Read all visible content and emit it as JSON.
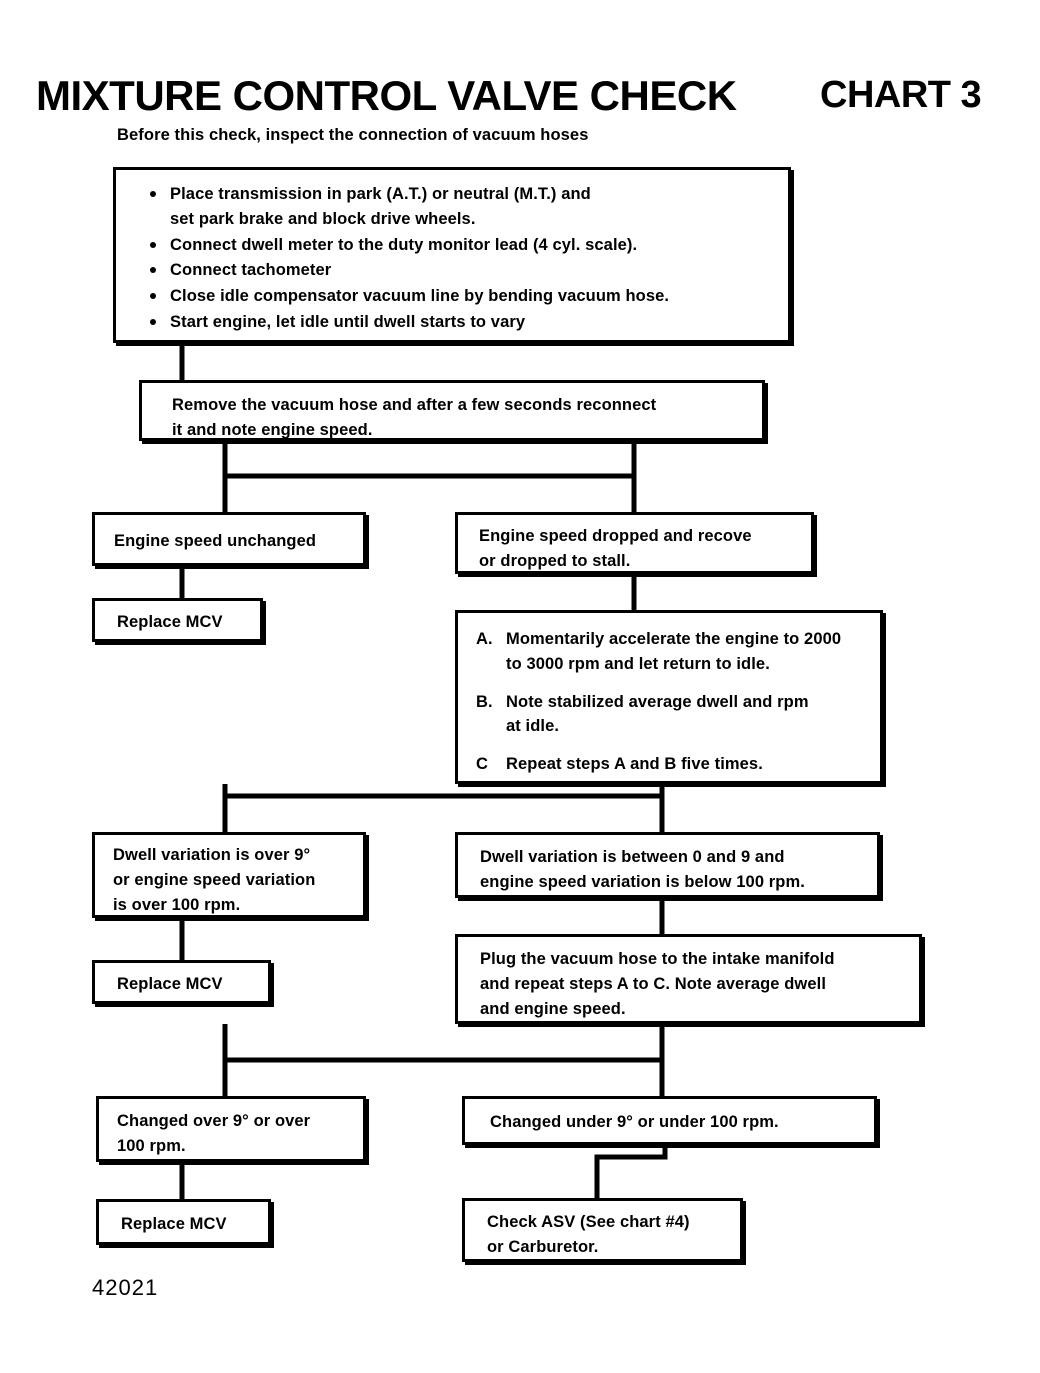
{
  "header": {
    "title": "MIXTURE CONTROL VALVE CHECK",
    "chart_label": "CHART 3",
    "subtitle": "Before this check, inspect the connection of vacuum hoses"
  },
  "footer": {
    "page_number": "42021"
  },
  "nodes": {
    "prep": {
      "bullets": [
        "Place transmission in park (A.T.) or neutral (M.T.) and\nset park brake and block drive wheels.",
        "Connect dwell meter to the duty monitor lead (4 cyl. scale).",
        "Connect tachometer",
        "Close idle compensator vacuum line by bending vacuum hose.",
        "Start engine, let idle until dwell starts to vary"
      ]
    },
    "remove_hose": "Remove the vacuum hose and after a few seconds reconnect\nit and note engine speed.",
    "speed_unchanged": "Engine speed unchanged",
    "replace_mcv_1": "Replace MCV",
    "speed_dropped": "Engine speed dropped and recove\nor dropped to stall.",
    "steps": [
      {
        "letter": "A.",
        "text": "Momentarily accelerate the engine to 2000\nto 3000 rpm and let return to idle."
      },
      {
        "letter": "B.",
        "text": "Note stabilized average dwell and rpm\nat idle."
      },
      {
        "letter": "C",
        "text": "Repeat steps A and B five times."
      }
    ],
    "dwell_over_9": "Dwell variation is over 9°\nor engine speed variation\nis over 100 rpm.",
    "replace_mcv_2": "Replace MCV",
    "dwell_between": "Dwell variation is between 0 and 9  and\nengine speed variation is below 100 rpm.",
    "plug_hose": "Plug the vacuum hose to the intake manifold\nand repeat steps A to C. Note average dwell\nand engine speed.",
    "changed_over": "Changed over 9° or over\n100 rpm.",
    "replace_mcv_3": "Replace MCV",
    "changed_under": "Changed under 9° or under 100 rpm.",
    "check_asv": "Check ASV (See chart #4)\nor Carburetor."
  },
  "chart_data": {
    "type": "flowchart",
    "title": "MIXTURE CONTROL VALVE CHECK",
    "subtitle": "Before this check, inspect the connection of vacuum hoses",
    "chart_number": "CHART 3",
    "page_number": "42021",
    "node_order": [
      "prep",
      "remove_hose",
      "speed_unchanged",
      "replace_mcv_1",
      "speed_dropped",
      "steps",
      "dwell_over_9",
      "replace_mcv_2",
      "dwell_between",
      "plug_hose",
      "changed_over",
      "replace_mcv_3",
      "changed_under",
      "check_asv"
    ],
    "edges": [
      [
        "prep",
        "remove_hose"
      ],
      [
        "remove_hose",
        "speed_unchanged"
      ],
      [
        "remove_hose",
        "speed_dropped"
      ],
      [
        "speed_unchanged",
        "replace_mcv_1"
      ],
      [
        "speed_dropped",
        "steps"
      ],
      [
        "steps",
        "dwell_over_9"
      ],
      [
        "steps",
        "dwell_between"
      ],
      [
        "dwell_over_9",
        "replace_mcv_2"
      ],
      [
        "dwell_between",
        "plug_hose"
      ],
      [
        "plug_hose",
        "changed_over"
      ],
      [
        "plug_hose",
        "changed_under"
      ],
      [
        "changed_over",
        "replace_mcv_3"
      ],
      [
        "changed_under",
        "check_asv"
      ]
    ]
  }
}
